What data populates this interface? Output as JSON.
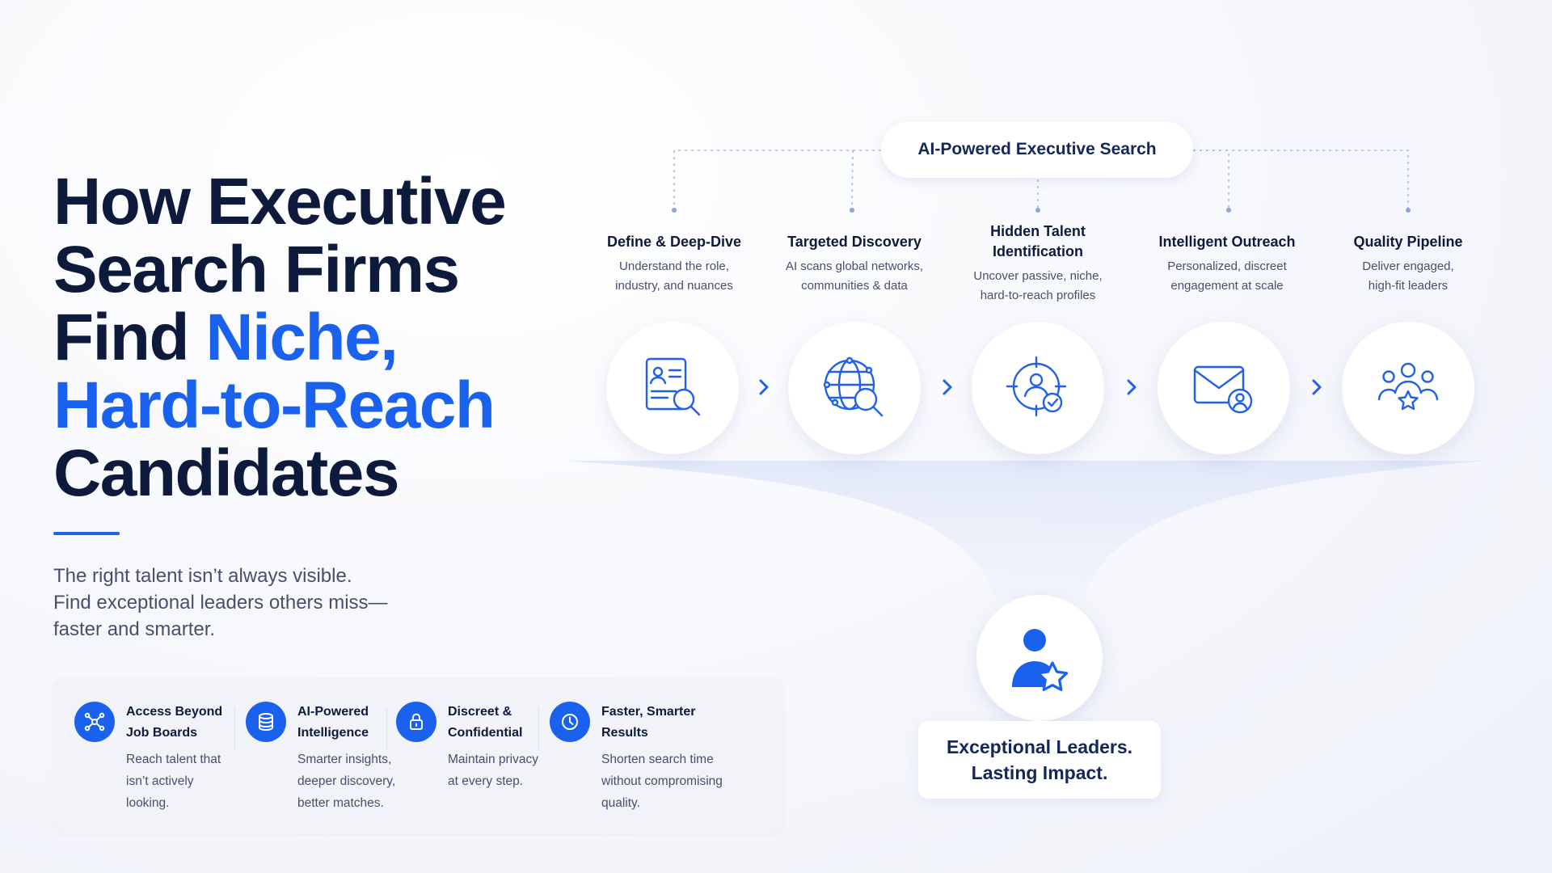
{
  "headline": {
    "line1": "How Executive",
    "line2": "Search Firms",
    "line3_plain": "Find ",
    "line3_accent": "Niche,",
    "line4_accent": "Hard-to-Reach",
    "line5": "Candidates"
  },
  "subtext": [
    "The right talent isn’t always visible.",
    "Find exceptional leaders others miss—",
    "faster and smarter."
  ],
  "features": [
    {
      "icon": "network-icon",
      "title_lines": [
        "Access Beyond",
        "Job Boards"
      ],
      "desc_lines": [
        "Reach talent that",
        "isn’t actively",
        "looking."
      ]
    },
    {
      "icon": "database-icon",
      "title_lines": [
        "AI-Powered",
        "Intelligence"
      ],
      "desc_lines": [
        "Smarter insights,",
        "deeper discovery,",
        "better matches."
      ]
    },
    {
      "icon": "lock-icon",
      "title_lines": [
        "Discreet &",
        "Confidential"
      ],
      "desc_lines": [
        "Maintain privacy",
        "at every step."
      ]
    },
    {
      "icon": "clock-icon",
      "title_lines": [
        "Faster, Smarter",
        "Results"
      ],
      "desc_lines": [
        "Shorten search time",
        "without compromising",
        "quality."
      ]
    }
  ],
  "diagram": {
    "top_label": "AI-Powered Executive Search",
    "steps": [
      {
        "icon": "document-search-icon",
        "title_lines": [
          "Define & Deep-Dive"
        ],
        "desc_lines": [
          "Understand the role,",
          "industry, and nuances"
        ]
      },
      {
        "icon": "globe-search-icon",
        "title_lines": [
          "Targeted Discovery"
        ],
        "desc_lines": [
          "AI scans global networks,",
          "communities & data"
        ]
      },
      {
        "icon": "target-person-icon",
        "title_lines": [
          "Hidden Talent",
          "Identification"
        ],
        "desc_lines": [
          "Uncover passive, niche,",
          "hard-to-reach profiles"
        ]
      },
      {
        "icon": "envelope-person-icon",
        "title_lines": [
          "Intelligent Outreach"
        ],
        "desc_lines": [
          "Personalized, discreet",
          "engagement at scale"
        ]
      },
      {
        "icon": "group-star-icon",
        "title_lines": [
          "Quality Pipeline"
        ],
        "desc_lines": [
          "Deliver engaged,",
          "high-fit leaders"
        ]
      }
    ],
    "result_lines": [
      "Exceptional Leaders.",
      "Lasting Impact."
    ],
    "result_icon": "person-star-icon"
  },
  "colors": {
    "accent": "#1a62ee",
    "navy": "#0e1a3c",
    "muted": "#46506b"
  }
}
